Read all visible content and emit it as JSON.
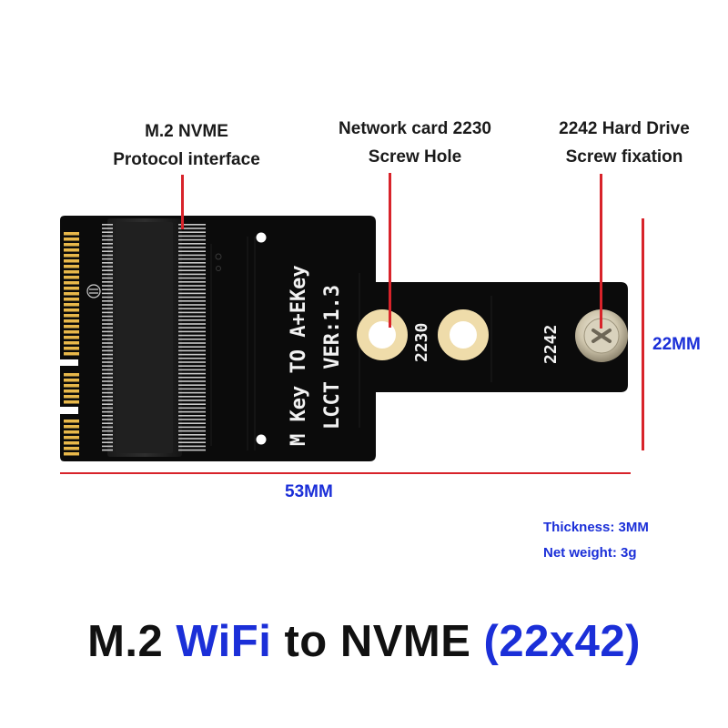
{
  "callouts": {
    "nvme_interface": {
      "line1": "M.2 NVME",
      "line2": "Protocol interface"
    },
    "screw_hole_2230": {
      "line1": "Network card 2230",
      "line2": "Screw Hole"
    },
    "screw_fix_2242": {
      "line1": "2242 Hard Drive",
      "line2": "Screw fixation"
    }
  },
  "dimensions": {
    "width": "53MM",
    "height": "22MM"
  },
  "board": {
    "silkscreen_line1": "M Key TO A+EKey",
    "silkscreen_line2": "LCCT VER:1.3",
    "label_2230": "2230",
    "label_2242": "2242"
  },
  "specs": {
    "thickness": "Thickness: 3MM",
    "weight": "Net weight: 3g"
  },
  "title": {
    "part1": "M.2 ",
    "part2": "WiFi",
    "part3": " to NVME ",
    "part4": "(22x42)"
  },
  "colors": {
    "accent_blue": "#1b2fd8",
    "leader_red": "#d8232a",
    "board_black": "#0b0b0b",
    "gold_contact": "#e8b84a",
    "hole_ring": "#efdcaa"
  }
}
